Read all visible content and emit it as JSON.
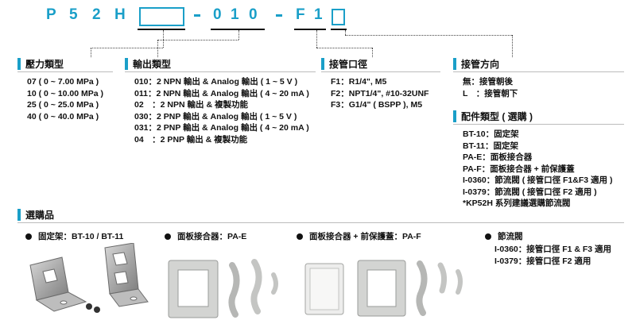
{
  "model_code": {
    "chars": [
      "P",
      "5",
      "2",
      "H",
      "-",
      "0",
      "1",
      "0",
      "-",
      "F",
      "1"
    ]
  },
  "sections": {
    "pressure_type": {
      "title": "壓力類型",
      "items": [
        "07 ( 0 ~ 7.00 MPa )",
        "10 ( 0 ~ 10.00 MPa )",
        "25 ( 0 ~ 25.0 MPa )",
        "40 ( 0 ~ 40.0 MPa )"
      ]
    },
    "output_type": {
      "title": "輸出類型",
      "items": [
        "010：2 NPN 輸出 & Analog 輸出 ( 1 ~ 5 V )",
        "011：2 NPN 輸出 & Analog 輸出 ( 4 ~ 20 mA )",
        "02　：2 NPN 輸出 & 複製功能",
        "030：2 PNP 輸出 & Analog 輸出 ( 1 ~ 5 V )",
        "031：2 PNP 輸出 & Analog 輸出 ( 4 ~ 20 mA )",
        "04　：2 PNP 輸出 & 複製功能"
      ]
    },
    "port_size": {
      "title": "接管口徑",
      "items": [
        "F1：R1/4\", M5",
        "F2：NPT1/4\", #10-32UNF",
        "F3：G1/4\" ( BSPP ), M5"
      ]
    },
    "pipe_direction": {
      "title": "接管方向",
      "items": [
        "無：接管朝後",
        "L　：接管朝下"
      ]
    },
    "accessory_type": {
      "title": "配件類型 ( 選購 )",
      "items": [
        "BT-10：固定架",
        "BT-11：固定架",
        "PA-E：面板接合器",
        "PA-F：面板接合器 + 前保護蓋",
        "I-0360：節流閥 ( 接管口徑 F1&F3 適用 )",
        "I-0379：節流閥 ( 接管口徑 F2 適用 )",
        "*KP52H 系列建議選購節流閥"
      ]
    },
    "optional_items": {
      "title": "選購品",
      "accessories": [
        {
          "label": "固定架：BT-10 / BT-11"
        },
        {
          "label": "面板接合器：PA-E"
        },
        {
          "label": "面板接合器 + 前保護蓋：PA-F"
        },
        {
          "label": "節流閥",
          "details": [
            "I-0360：接管口徑 F1 & F3 適用",
            "I-0379：接管口徑 F2 適用"
          ]
        }
      ]
    }
  },
  "colors": {
    "accent": "#1a9fc8",
    "text": "#111111",
    "rule": "#bcbcbc"
  }
}
